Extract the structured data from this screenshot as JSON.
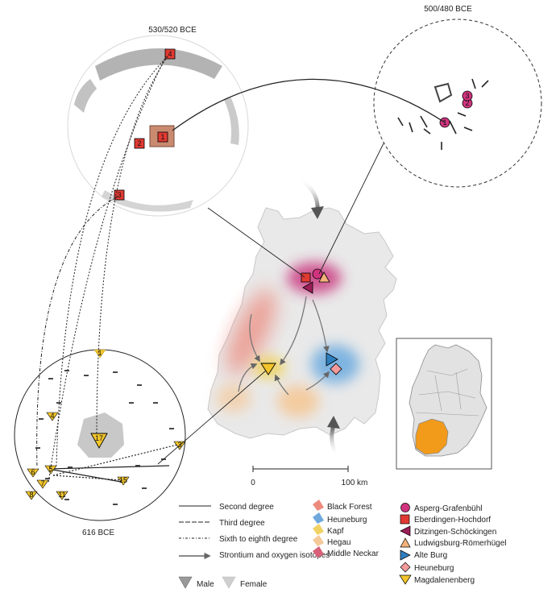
{
  "panels": {
    "top_left_period": "530/520 BCE",
    "top_right_period": "500/480 BCE",
    "bottom_left_period": "616 BCE"
  },
  "scale_bar": {
    "start_label": "0",
    "end_label": "100 km"
  },
  "burial_labels": {
    "hochdorf": [
      "1",
      "2",
      "3",
      "4"
    ],
    "asperg": [
      "1",
      "2",
      "3"
    ],
    "magdalenenberg": [
      "1",
      "3",
      "4",
      "5",
      "6",
      "7",
      "8",
      "11",
      "15",
      "17"
    ]
  },
  "legend_lines": {
    "second_degree": "Second degree",
    "third_degree": "Third degree",
    "sixth_to_eighth": "Sixth to eighth degree",
    "isotopes": "Strontium and oxygen isotopes",
    "male": "Male",
    "female": "Female"
  },
  "legend_regions": [
    {
      "label": "Black Forest",
      "color": "#e8736c"
    },
    {
      "label": "Heuneburg",
      "color": "#6fa8dc"
    },
    {
      "label": "Kapf",
      "color": "#f0d264"
    },
    {
      "label": "Hegau",
      "color": "#f5c99a"
    },
    {
      "label": "Middle Neckar",
      "color": "#d8617a"
    }
  ],
  "legend_sites": [
    {
      "label": "Asperg-Grafenbühl",
      "shape": "circle",
      "color": "#d1347f"
    },
    {
      "label": "Eberdingen-Hochdorf",
      "shape": "square",
      "color": "#e03a32"
    },
    {
      "label": "Ditzingen-Schöckingen",
      "shape": "triangle-left",
      "color": "#9c1e58"
    },
    {
      "label": "Ludwigsburg-Römerhügel",
      "shape": "triangle-up",
      "color": "#f4b37a"
    },
    {
      "label": "Alte Burg",
      "shape": "triangle-right",
      "color": "#2f7fbf"
    },
    {
      "label": "Heuneburg",
      "shape": "diamond",
      "color": "#f29a9a"
    },
    {
      "label": "Magdalenenberg",
      "shape": "triangle-down",
      "color": "#f2c52b"
    }
  ]
}
